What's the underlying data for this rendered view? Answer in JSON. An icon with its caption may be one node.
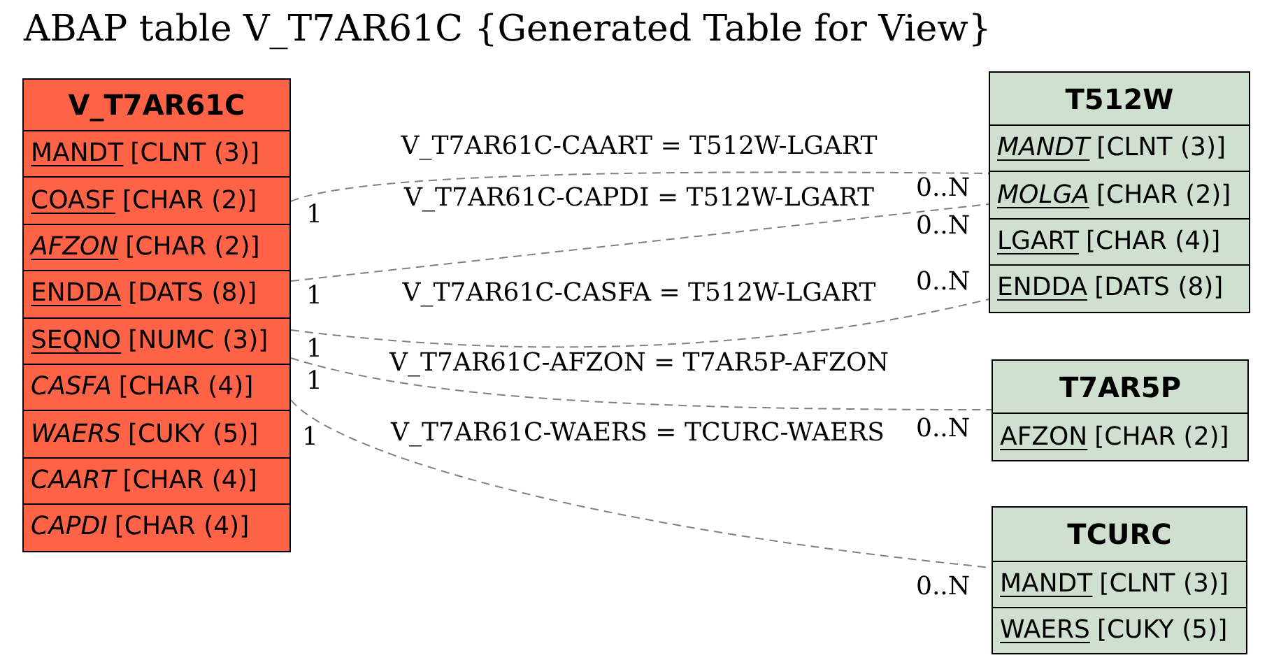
{
  "diagram": {
    "title": "ABAP table V_T7AR61C {Generated Table for View}",
    "nodes": [
      {
        "text": [
          "V_T7AR61C"
        ]
      },
      {
        "text": [
          "MANDT",
          "[CLNT (3)]"
        ],
        "in": 0
      },
      {
        "text": [
          "COASF",
          "[CHAR (2)]"
        ],
        "in": 0
      },
      {
        "text": [
          "AFZON",
          "[CHAR (2)]"
        ],
        "in": 0
      },
      {
        "text": [
          "ENDDA",
          "[DATS (8)]"
        ],
        "in": 0
      },
      {
        "text": [
          "SEQNO",
          "[NUMC (3)]"
        ],
        "in": 0
      },
      {
        "text": [
          "CASFA",
          "[CHAR (4)]"
        ],
        "in": 0
      },
      {
        "text": [
          "WAERS",
          "[CUKY (5)]"
        ],
        "in": 0
      },
      {
        "text": [
          "CAART",
          "[CHAR (4)]"
        ],
        "in": 0
      },
      {
        "text": [
          "CAPDI",
          "[CHAR (4)]"
        ],
        "in": 0
      },
      {
        "text": [
          "T512W"
        ]
      },
      {
        "text": [
          "MANDT",
          "[CLNT (3)]"
        ],
        "in": 10
      },
      {
        "text": [
          "MOLGA",
          "[CHAR (2)]"
        ],
        "in": 10
      },
      {
        "text": [
          "LGART",
          "[CHAR (4)]"
        ],
        "in": 10
      },
      {
        "text": [
          "ENDDA",
          "[DATS (8)]"
        ],
        "in": 10
      },
      {
        "text": [
          "T7AR5P"
        ]
      },
      {
        "text": [
          "AFZON",
          "[CHAR (2)]"
        ],
        "in": 15
      },
      {
        "text": [
          "TCURC"
        ]
      },
      {
        "text": [
          "MANDT",
          "[CLNT (3)]"
        ],
        "in": 17
      },
      {
        "text": [
          "WAERS",
          "[CUKY (5)]"
        ],
        "in": 17
      }
    ],
    "edges": [
      {
        "from": 0,
        "to": 10,
        "arrow": "none",
        "label": "V_T7AR61C-CAART = T512W-LGART",
        "style": "dashed"
      },
      {
        "from": 0,
        "to": 10,
        "arrow": "none",
        "label": "V_T7AR61C-CAPDI = T512W-LGART",
        "style": "dashed"
      },
      {
        "from": 0,
        "to": 10,
        "arrow": "none",
        "label": "V_T7AR61C-CASFA = T512W-LGART",
        "style": "dashed"
      },
      {
        "from": 0,
        "to": 15,
        "arrow": "none",
        "label": "V_T7AR61C-AFZON = T7AR5P-AFZON",
        "style": "dashed"
      },
      {
        "from": 0,
        "to": 17,
        "arrow": "none",
        "label": "V_T7AR61C-WAERS = TCURC-WAERS",
        "style": "dashed"
      }
    ],
    "labels": [
      "0..N",
      "1",
      "0..N",
      "1",
      "0..N",
      "1",
      "1",
      "1",
      "0..N",
      "0..N"
    ]
  }
}
